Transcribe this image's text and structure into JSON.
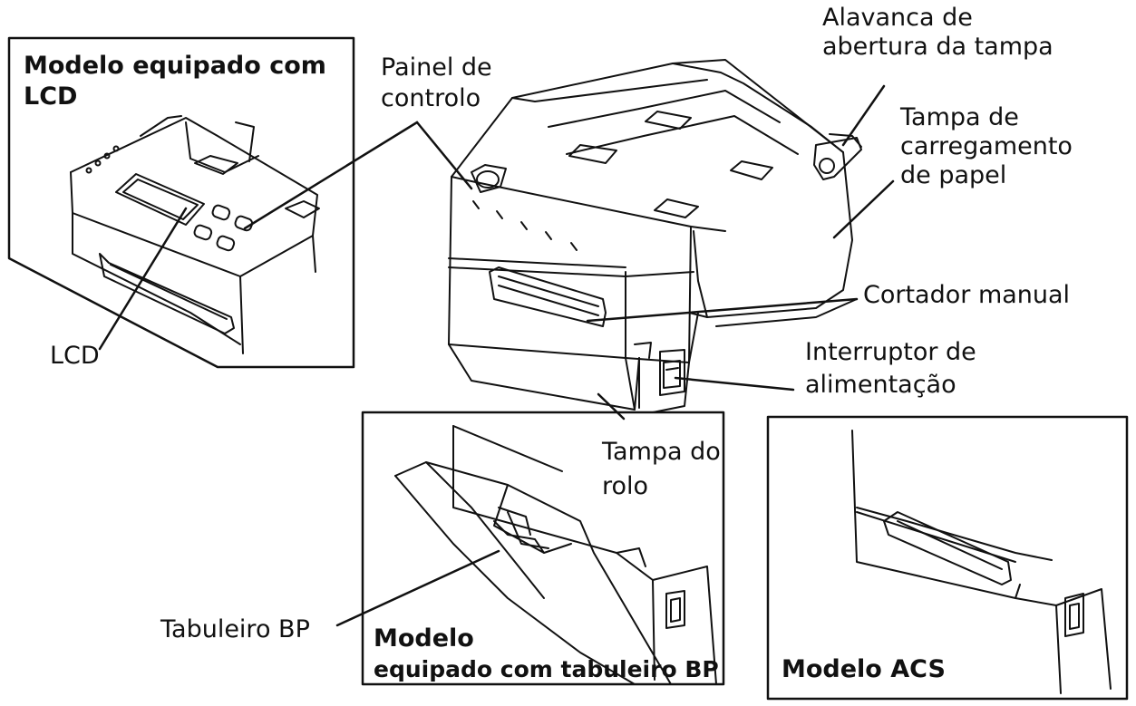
{
  "insets": {
    "lcd": {
      "title_line1": "Modelo equipado com",
      "title_line2": "LCD"
    },
    "bp": {
      "title_line1": "Modelo",
      "title_line2": "equipado com tabuleiro BP"
    },
    "acs": {
      "title": "Modelo ACS"
    }
  },
  "callouts": {
    "lcd": "LCD",
    "painel_line1": "Painel de",
    "painel_line2": "controlo",
    "alavanca_line1": "Alavanca de",
    "alavanca_line2": "abertura da tampa",
    "tampa_carreg_line1": "Tampa de",
    "tampa_carreg_line2": "carregamento",
    "tampa_carreg_line3": "de papel",
    "cortador": "Cortador manual",
    "interruptor_line1": "Interruptor de",
    "interruptor_line2": "alimentação",
    "tampa_rolo_line1": "Tampa do",
    "tampa_rolo_line2": "rolo",
    "tabuleiro": "Tabuleiro BP"
  }
}
